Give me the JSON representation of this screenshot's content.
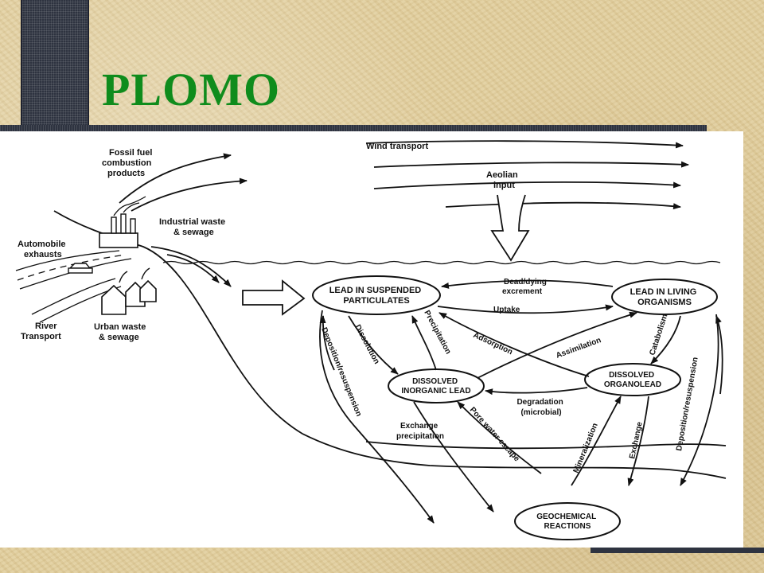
{
  "slide": {
    "title": "PLOMO"
  },
  "diagram": {
    "sources": {
      "fossil_fuel": [
        "Fossil fuel",
        "combustion",
        "products"
      ],
      "industrial": [
        "Industrial waste",
        "& sewage"
      ],
      "automobile": [
        "Automobile",
        "exhausts"
      ],
      "river": [
        "River",
        "Transport"
      ],
      "urban": [
        "Urban waste",
        "& sewage"
      ],
      "wind": "Wind transport",
      "aeolian": [
        "Aeolian",
        "input"
      ]
    },
    "nodes": {
      "suspended": [
        "LEAD IN SUSPENDED",
        "PARTICULATES"
      ],
      "living": [
        "LEAD IN LIVING",
        "ORGANISMS"
      ],
      "inorganic": [
        "DISSOLVED",
        "INORGANIC LEAD"
      ],
      "organolead": [
        "DISSOLVED",
        "ORGANOLEAD"
      ],
      "geochemical": [
        "GEOCHEMICAL",
        "REACTIONS"
      ]
    },
    "processes": {
      "dead_dying": [
        "Dead/dying",
        "excrement"
      ],
      "uptake": "Uptake",
      "dissolution": "Dissolution",
      "precipitation": "Precipitation",
      "adsorption": "Adsorption",
      "assimilation": "Assimilation",
      "catabolism": "Catabolism",
      "degradation": [
        "Degradation",
        "(microbial)"
      ],
      "exchange_precipitation": [
        "Exchange",
        "precipitation"
      ],
      "pore_water": "Pore water escape",
      "mineralization": "Mineralization",
      "exchange": "Exchange",
      "deposition_left": "Deposition/resuspension",
      "deposition_right": "Deposition/resuspension"
    }
  }
}
